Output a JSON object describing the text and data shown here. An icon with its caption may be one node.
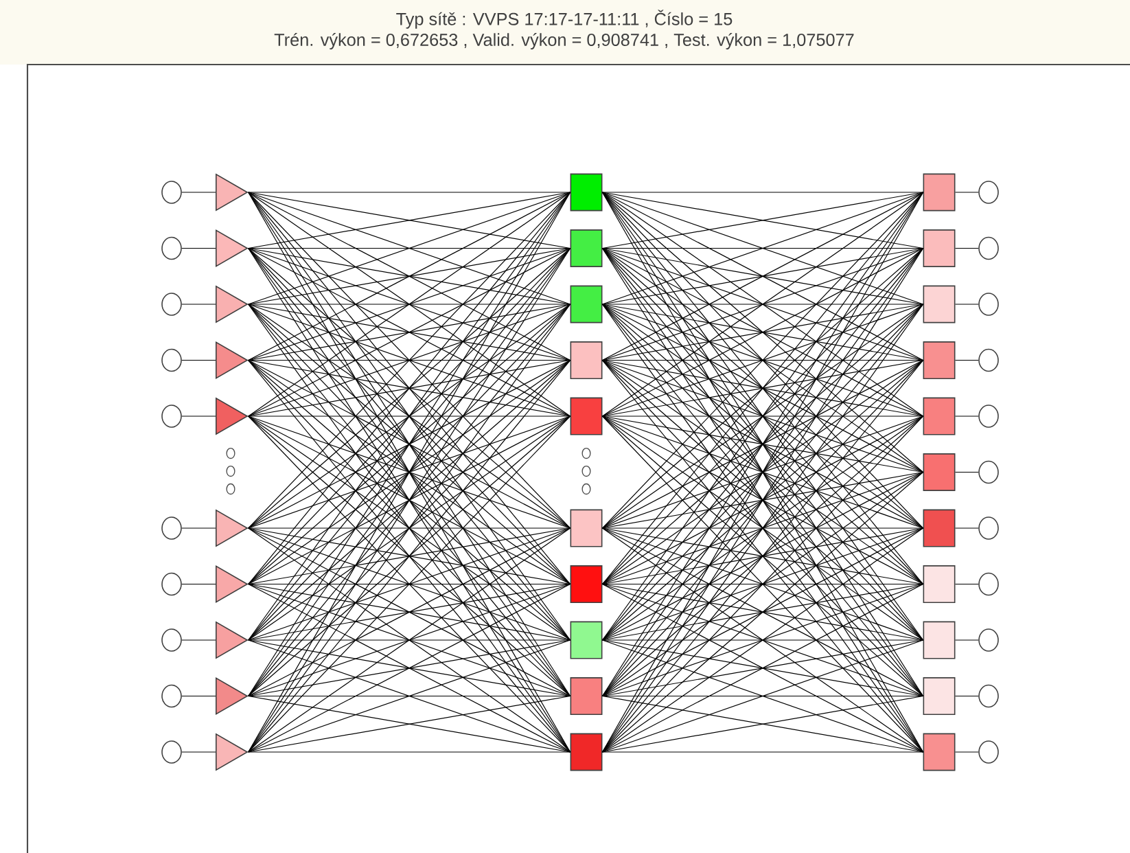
{
  "diagram": {
    "title": "Typ sítě : VVPS 17:17-17-11:11 , Číslo = 15",
    "labels": [
      "Trén. výkon = 0,672653 , Valid. výkon = 0,908741 , Test. výkon = 1,075077"
    ],
    "nodes": [
      {
        "text": [],
        "shape": "circle"
      },
      {
        "text": [],
        "shape": "circle"
      },
      {
        "text": [],
        "shape": "circle"
      },
      {
        "text": [],
        "shape": "circle"
      },
      {
        "text": [],
        "shape": "circle"
      },
      {
        "text": [],
        "shape": "circle"
      },
      {
        "text": [],
        "shape": "circle"
      },
      {
        "text": [],
        "shape": "circle"
      },
      {
        "text": [],
        "shape": "circle"
      },
      {
        "text": [],
        "shape": "circle"
      },
      {
        "text": [],
        "shape": "triangle"
      },
      {
        "text": [],
        "shape": "triangle"
      },
      {
        "text": [],
        "shape": "triangle"
      },
      {
        "text": [],
        "shape": "triangle"
      },
      {
        "text": [],
        "shape": "triangle"
      },
      {
        "text": [],
        "shape": "triangle"
      },
      {
        "text": [],
        "shape": "triangle"
      },
      {
        "text": [],
        "shape": "triangle"
      },
      {
        "text": [],
        "shape": "triangle"
      },
      {
        "text": [],
        "shape": "triangle"
      },
      {
        "text": [],
        "shape": "box"
      },
      {
        "text": [],
        "shape": "box"
      },
      {
        "text": [],
        "shape": "box"
      },
      {
        "text": [],
        "shape": "box"
      },
      {
        "text": [],
        "shape": "box"
      },
      {
        "text": [],
        "shape": "box"
      },
      {
        "text": [],
        "shape": "box"
      },
      {
        "text": [],
        "shape": "box"
      },
      {
        "text": [],
        "shape": "box"
      },
      {
        "text": [],
        "shape": "box"
      },
      {
        "text": [],
        "shape": "box"
      },
      {
        "text": [],
        "shape": "box"
      },
      {
        "text": [],
        "shape": "box"
      },
      {
        "text": [],
        "shape": "box"
      },
      {
        "text": [],
        "shape": "box"
      },
      {
        "text": [],
        "shape": "box"
      },
      {
        "text": [],
        "shape": "box"
      },
      {
        "text": [],
        "shape": "box"
      },
      {
        "text": [],
        "shape": "box"
      },
      {
        "text": [],
        "shape": "box"
      },
      {
        "text": [],
        "shape": "box"
      },
      {
        "text": [],
        "shape": "circle"
      },
      {
        "text": [],
        "shape": "circle"
      },
      {
        "text": [],
        "shape": "circle"
      },
      {
        "text": [],
        "shape": "circle"
      },
      {
        "text": [],
        "shape": "circle"
      },
      {
        "text": [],
        "shape": "circle"
      },
      {
        "text": [],
        "shape": "circle"
      },
      {
        "text": [],
        "shape": "circle"
      },
      {
        "text": [],
        "shape": "circle"
      },
      {
        "text": [],
        "shape": "circle"
      },
      {
        "text": [],
        "shape": "circle"
      }
    ],
    "edges": [
      {
        "from": 0,
        "to": 10,
        "arrow": "none"
      },
      {
        "from": 1,
        "to": 11,
        "arrow": "none"
      },
      {
        "from": 2,
        "to": 12,
        "arrow": "none"
      },
      {
        "from": 3,
        "to": 13,
        "arrow": "none"
      },
      {
        "from": 4,
        "to": 14,
        "arrow": "none"
      },
      {
        "from": 5,
        "to": 15,
        "arrow": "none"
      },
      {
        "from": 6,
        "to": 16,
        "arrow": "none"
      },
      {
        "from": 7,
        "to": 17,
        "arrow": "none"
      },
      {
        "from": 8,
        "to": 18,
        "arrow": "none"
      },
      {
        "from": 9,
        "to": 19,
        "arrow": "none"
      },
      {
        "from": 10,
        "to": 20,
        "arrow": "none"
      },
      {
        "from": 10,
        "to": 21,
        "arrow": "none"
      },
      {
        "from": 10,
        "to": 22,
        "arrow": "none"
      },
      {
        "from": 10,
        "to": 23,
        "arrow": "none"
      },
      {
        "from": 10,
        "to": 24,
        "arrow": "none"
      },
      {
        "from": 10,
        "to": 25,
        "arrow": "none"
      },
      {
        "from": 10,
        "to": 26,
        "arrow": "none"
      },
      {
        "from": 10,
        "to": 27,
        "arrow": "none"
      },
      {
        "from": 10,
        "to": 28,
        "arrow": "none"
      },
      {
        "from": 10,
        "to": 29,
        "arrow": "none"
      },
      {
        "from": 11,
        "to": 20,
        "arrow": "none"
      },
      {
        "from": 11,
        "to": 21,
        "arrow": "none"
      },
      {
        "from": 11,
        "to": 22,
        "arrow": "none"
      },
      {
        "from": 11,
        "to": 23,
        "arrow": "none"
      },
      {
        "from": 11,
        "to": 24,
        "arrow": "none"
      },
      {
        "from": 11,
        "to": 25,
        "arrow": "none"
      },
      {
        "from": 11,
        "to": 26,
        "arrow": "none"
      },
      {
        "from": 11,
        "to": 27,
        "arrow": "none"
      },
      {
        "from": 11,
        "to": 28,
        "arrow": "none"
      },
      {
        "from": 11,
        "to": 29,
        "arrow": "none"
      },
      {
        "from": 12,
        "to": 20,
        "arrow": "none"
      },
      {
        "from": 12,
        "to": 21,
        "arrow": "none"
      },
      {
        "from": 12,
        "to": 22,
        "arrow": "none"
      },
      {
        "from": 12,
        "to": 23,
        "arrow": "none"
      },
      {
        "from": 12,
        "to": 24,
        "arrow": "none"
      },
      {
        "from": 12,
        "to": 25,
        "arrow": "none"
      },
      {
        "from": 12,
        "to": 26,
        "arrow": "none"
      },
      {
        "from": 12,
        "to": 27,
        "arrow": "none"
      },
      {
        "from": 12,
        "to": 28,
        "arrow": "none"
      },
      {
        "from": 12,
        "to": 29,
        "arrow": "none"
      },
      {
        "from": 13,
        "to": 20,
        "arrow": "none"
      },
      {
        "from": 13,
        "to": 21,
        "arrow": "none"
      },
      {
        "from": 13,
        "to": 22,
        "arrow": "none"
      },
      {
        "from": 13,
        "to": 23,
        "arrow": "none"
      },
      {
        "from": 13,
        "to": 24,
        "arrow": "none"
      },
      {
        "from": 13,
        "to": 25,
        "arrow": "none"
      },
      {
        "from": 13,
        "to": 26,
        "arrow": "none"
      },
      {
        "from": 13,
        "to": 27,
        "arrow": "none"
      },
      {
        "from": 13,
        "to": 28,
        "arrow": "none"
      },
      {
        "from": 13,
        "to": 29,
        "arrow": "none"
      },
      {
        "from": 14,
        "to": 20,
        "arrow": "none"
      },
      {
        "from": 14,
        "to": 21,
        "arrow": "none"
      },
      {
        "from": 14,
        "to": 22,
        "arrow": "none"
      },
      {
        "from": 14,
        "to": 23,
        "arrow": "none"
      },
      {
        "from": 14,
        "to": 24,
        "arrow": "none"
      },
      {
        "from": 14,
        "to": 25,
        "arrow": "none"
      },
      {
        "from": 14,
        "to": 26,
        "arrow": "none"
      },
      {
        "from": 14,
        "to": 27,
        "arrow": "none"
      },
      {
        "from": 14,
        "to": 28,
        "arrow": "none"
      },
      {
        "from": 14,
        "to": 29,
        "arrow": "none"
      },
      {
        "from": 15,
        "to": 20,
        "arrow": "none"
      },
      {
        "from": 15,
        "to": 21,
        "arrow": "none"
      },
      {
        "from": 15,
        "to": 22,
        "arrow": "none"
      },
      {
        "from": 15,
        "to": 23,
        "arrow": "none"
      },
      {
        "from": 15,
        "to": 24,
        "arrow": "none"
      },
      {
        "from": 15,
        "to": 25,
        "arrow": "none"
      },
      {
        "from": 15,
        "to": 26,
        "arrow": "none"
      },
      {
        "from": 15,
        "to": 27,
        "arrow": "none"
      },
      {
        "from": 15,
        "to": 28,
        "arrow": "none"
      },
      {
        "from": 15,
        "to": 29,
        "arrow": "none"
      },
      {
        "from": 16,
        "to": 20,
        "arrow": "none"
      },
      {
        "from": 16,
        "to": 21,
        "arrow": "none"
      },
      {
        "from": 16,
        "to": 22,
        "arrow": "none"
      },
      {
        "from": 16,
        "to": 23,
        "arrow": "none"
      },
      {
        "from": 16,
        "to": 24,
        "arrow": "none"
      },
      {
        "from": 16,
        "to": 25,
        "arrow": "none"
      },
      {
        "from": 16,
        "to": 26,
        "arrow": "none"
      },
      {
        "from": 16,
        "to": 27,
        "arrow": "none"
      },
      {
        "from": 16,
        "to": 28,
        "arrow": "none"
      },
      {
        "from": 16,
        "to": 29,
        "arrow": "none"
      },
      {
        "from": 17,
        "to": 20,
        "arrow": "none"
      },
      {
        "from": 17,
        "to": 21,
        "arrow": "none"
      },
      {
        "from": 17,
        "to": 22,
        "arrow": "none"
      },
      {
        "from": 17,
        "to": 23,
        "arrow": "none"
      },
      {
        "from": 17,
        "to": 24,
        "arrow": "none"
      },
      {
        "from": 17,
        "to": 25,
        "arrow": "none"
      },
      {
        "from": 17,
        "to": 26,
        "arrow": "none"
      },
      {
        "from": 17,
        "to": 27,
        "arrow": "none"
      },
      {
        "from": 17,
        "to": 28,
        "arrow": "none"
      },
      {
        "from": 17,
        "to": 29,
        "arrow": "none"
      },
      {
        "from": 18,
        "to": 20,
        "arrow": "none"
      },
      {
        "from": 18,
        "to": 21,
        "arrow": "none"
      },
      {
        "from": 18,
        "to": 22,
        "arrow": "none"
      },
      {
        "from": 18,
        "to": 23,
        "arrow": "none"
      },
      {
        "from": 18,
        "to": 24,
        "arrow": "none"
      },
      {
        "from": 18,
        "to": 25,
        "arrow": "none"
      },
      {
        "from": 18,
        "to": 26,
        "arrow": "none"
      },
      {
        "from": 18,
        "to": 27,
        "arrow": "none"
      },
      {
        "from": 18,
        "to": 28,
        "arrow": "none"
      },
      {
        "from": 18,
        "to": 29,
        "arrow": "none"
      },
      {
        "from": 19,
        "to": 20,
        "arrow": "none"
      },
      {
        "from": 19,
        "to": 21,
        "arrow": "none"
      },
      {
        "from": 19,
        "to": 22,
        "arrow": "none"
      },
      {
        "from": 19,
        "to": 23,
        "arrow": "none"
      },
      {
        "from": 19,
        "to": 24,
        "arrow": "none"
      },
      {
        "from": 19,
        "to": 25,
        "arrow": "none"
      },
      {
        "from": 19,
        "to": 26,
        "arrow": "none"
      },
      {
        "from": 19,
        "to": 27,
        "arrow": "none"
      },
      {
        "from": 19,
        "to": 28,
        "arrow": "none"
      },
      {
        "from": 19,
        "to": 29,
        "arrow": "none"
      },
      {
        "from": 20,
        "to": 30,
        "arrow": "none"
      },
      {
        "from": 20,
        "to": 31,
        "arrow": "none"
      },
      {
        "from": 20,
        "to": 32,
        "arrow": "none"
      },
      {
        "from": 20,
        "to": 33,
        "arrow": "none"
      },
      {
        "from": 20,
        "to": 34,
        "arrow": "none"
      },
      {
        "from": 20,
        "to": 35,
        "arrow": "none"
      },
      {
        "from": 20,
        "to": 36,
        "arrow": "none"
      },
      {
        "from": 20,
        "to": 37,
        "arrow": "none"
      },
      {
        "from": 20,
        "to": 38,
        "arrow": "none"
      },
      {
        "from": 20,
        "to": 39,
        "arrow": "none"
      },
      {
        "from": 20,
        "to": 40,
        "arrow": "none"
      },
      {
        "from": 21,
        "to": 30,
        "arrow": "none"
      },
      {
        "from": 21,
        "to": 31,
        "arrow": "none"
      },
      {
        "from": 21,
        "to": 32,
        "arrow": "none"
      },
      {
        "from": 21,
        "to": 33,
        "arrow": "none"
      },
      {
        "from": 21,
        "to": 34,
        "arrow": "none"
      },
      {
        "from": 21,
        "to": 35,
        "arrow": "none"
      },
      {
        "from": 21,
        "to": 36,
        "arrow": "none"
      },
      {
        "from": 21,
        "to": 37,
        "arrow": "none"
      },
      {
        "from": 21,
        "to": 38,
        "arrow": "none"
      },
      {
        "from": 21,
        "to": 39,
        "arrow": "none"
      },
      {
        "from": 21,
        "to": 40,
        "arrow": "none"
      },
      {
        "from": 22,
        "to": 30,
        "arrow": "none"
      },
      {
        "from": 22,
        "to": 31,
        "arrow": "none"
      },
      {
        "from": 22,
        "to": 32,
        "arrow": "none"
      },
      {
        "from": 22,
        "to": 33,
        "arrow": "none"
      },
      {
        "from": 22,
        "to": 34,
        "arrow": "none"
      },
      {
        "from": 22,
        "to": 35,
        "arrow": "none"
      },
      {
        "from": 22,
        "to": 36,
        "arrow": "none"
      },
      {
        "from": 22,
        "to": 37,
        "arrow": "none"
      },
      {
        "from": 22,
        "to": 38,
        "arrow": "none"
      },
      {
        "from": 22,
        "to": 39,
        "arrow": "none"
      },
      {
        "from": 22,
        "to": 40,
        "arrow": "none"
      },
      {
        "from": 23,
        "to": 30,
        "arrow": "none"
      },
      {
        "from": 23,
        "to": 31,
        "arrow": "none"
      },
      {
        "from": 23,
        "to": 32,
        "arrow": "none"
      },
      {
        "from": 23,
        "to": 33,
        "arrow": "none"
      },
      {
        "from": 23,
        "to": 34,
        "arrow": "none"
      },
      {
        "from": 23,
        "to": 35,
        "arrow": "none"
      },
      {
        "from": 23,
        "to": 36,
        "arrow": "none"
      },
      {
        "from": 23,
        "to": 37,
        "arrow": "none"
      },
      {
        "from": 23,
        "to": 38,
        "arrow": "none"
      },
      {
        "from": 23,
        "to": 39,
        "arrow": "none"
      },
      {
        "from": 23,
        "to": 40,
        "arrow": "none"
      },
      {
        "from": 24,
        "to": 30,
        "arrow": "none"
      },
      {
        "from": 24,
        "to": 31,
        "arrow": "none"
      },
      {
        "from": 24,
        "to": 32,
        "arrow": "none"
      },
      {
        "from": 24,
        "to": 33,
        "arrow": "none"
      },
      {
        "from": 24,
        "to": 34,
        "arrow": "none"
      },
      {
        "from": 24,
        "to": 35,
        "arrow": "none"
      },
      {
        "from": 24,
        "to": 36,
        "arrow": "none"
      },
      {
        "from": 24,
        "to": 37,
        "arrow": "none"
      },
      {
        "from": 24,
        "to": 38,
        "arrow": "none"
      },
      {
        "from": 24,
        "to": 39,
        "arrow": "none"
      },
      {
        "from": 24,
        "to": 40,
        "arrow": "none"
      },
      {
        "from": 25,
        "to": 30,
        "arrow": "none"
      },
      {
        "from": 25,
        "to": 31,
        "arrow": "none"
      },
      {
        "from": 25,
        "to": 32,
        "arrow": "none"
      },
      {
        "from": 25,
        "to": 33,
        "arrow": "none"
      },
      {
        "from": 25,
        "to": 34,
        "arrow": "none"
      },
      {
        "from": 25,
        "to": 35,
        "arrow": "none"
      },
      {
        "from": 25,
        "to": 36,
        "arrow": "none"
      },
      {
        "from": 25,
        "to": 37,
        "arrow": "none"
      },
      {
        "from": 25,
        "to": 38,
        "arrow": "none"
      },
      {
        "from": 25,
        "to": 39,
        "arrow": "none"
      },
      {
        "from": 25,
        "to": 40,
        "arrow": "none"
      },
      {
        "from": 26,
        "to": 30,
        "arrow": "none"
      },
      {
        "from": 26,
        "to": 31,
        "arrow": "none"
      },
      {
        "from": 26,
        "to": 32,
        "arrow": "none"
      },
      {
        "from": 26,
        "to": 33,
        "arrow": "none"
      },
      {
        "from": 26,
        "to": 34,
        "arrow": "none"
      },
      {
        "from": 26,
        "to": 35,
        "arrow": "none"
      },
      {
        "from": 26,
        "to": 36,
        "arrow": "none"
      },
      {
        "from": 26,
        "to": 37,
        "arrow": "none"
      },
      {
        "from": 26,
        "to": 38,
        "arrow": "none"
      },
      {
        "from": 26,
        "to": 39,
        "arrow": "none"
      },
      {
        "from": 26,
        "to": 40,
        "arrow": "none"
      },
      {
        "from": 27,
        "to": 30,
        "arrow": "none"
      },
      {
        "from": 27,
        "to": 31,
        "arrow": "none"
      },
      {
        "from": 27,
        "to": 32,
        "arrow": "none"
      },
      {
        "from": 27,
        "to": 33,
        "arrow": "none"
      },
      {
        "from": 27,
        "to": 34,
        "arrow": "none"
      },
      {
        "from": 27,
        "to": 35,
        "arrow": "none"
      },
      {
        "from": 27,
        "to": 36,
        "arrow": "none"
      },
      {
        "from": 27,
        "to": 37,
        "arrow": "none"
      },
      {
        "from": 27,
        "to": 38,
        "arrow": "none"
      },
      {
        "from": 27,
        "to": 39,
        "arrow": "none"
      },
      {
        "from": 27,
        "to": 40,
        "arrow": "none"
      },
      {
        "from": 28,
        "to": 30,
        "arrow": "none"
      },
      {
        "from": 28,
        "to": 31,
        "arrow": "none"
      },
      {
        "from": 28,
        "to": 32,
        "arrow": "none"
      },
      {
        "from": 28,
        "to": 33,
        "arrow": "none"
      },
      {
        "from": 28,
        "to": 34,
        "arrow": "none"
      },
      {
        "from": 28,
        "to": 35,
        "arrow": "none"
      },
      {
        "from": 28,
        "to": 36,
        "arrow": "none"
      },
      {
        "from": 28,
        "to": 37,
        "arrow": "none"
      },
      {
        "from": 28,
        "to": 38,
        "arrow": "none"
      },
      {
        "from": 28,
        "to": 39,
        "arrow": "none"
      },
      {
        "from": 28,
        "to": 40,
        "arrow": "none"
      },
      {
        "from": 29,
        "to": 30,
        "arrow": "none"
      },
      {
        "from": 29,
        "to": 31,
        "arrow": "none"
      },
      {
        "from": 29,
        "to": 32,
        "arrow": "none"
      },
      {
        "from": 29,
        "to": 33,
        "arrow": "none"
      },
      {
        "from": 29,
        "to": 34,
        "arrow": "none"
      },
      {
        "from": 29,
        "to": 35,
        "arrow": "none"
      },
      {
        "from": 29,
        "to": 36,
        "arrow": "none"
      },
      {
        "from": 29,
        "to": 37,
        "arrow": "none"
      },
      {
        "from": 29,
        "to": 38,
        "arrow": "none"
      },
      {
        "from": 29,
        "to": 39,
        "arrow": "none"
      },
      {
        "from": 29,
        "to": 40,
        "arrow": "none"
      },
      {
        "from": 30,
        "to": 41,
        "arrow": "none"
      },
      {
        "from": 31,
        "to": 42,
        "arrow": "none"
      },
      {
        "from": 32,
        "to": 43,
        "arrow": "none"
      },
      {
        "from": 33,
        "to": 44,
        "arrow": "none"
      },
      {
        "from": 34,
        "to": 45,
        "arrow": "none"
      },
      {
        "from": 35,
        "to": 46,
        "arrow": "none"
      },
      {
        "from": 36,
        "to": 47,
        "arrow": "none"
      },
      {
        "from": 37,
        "to": 48,
        "arrow": "none"
      },
      {
        "from": 38,
        "to": 49,
        "arrow": "none"
      },
      {
        "from": 39,
        "to": 50,
        "arrow": "none"
      },
      {
        "from": 40,
        "to": 51,
        "arrow": "none"
      }
    ]
  }
}
